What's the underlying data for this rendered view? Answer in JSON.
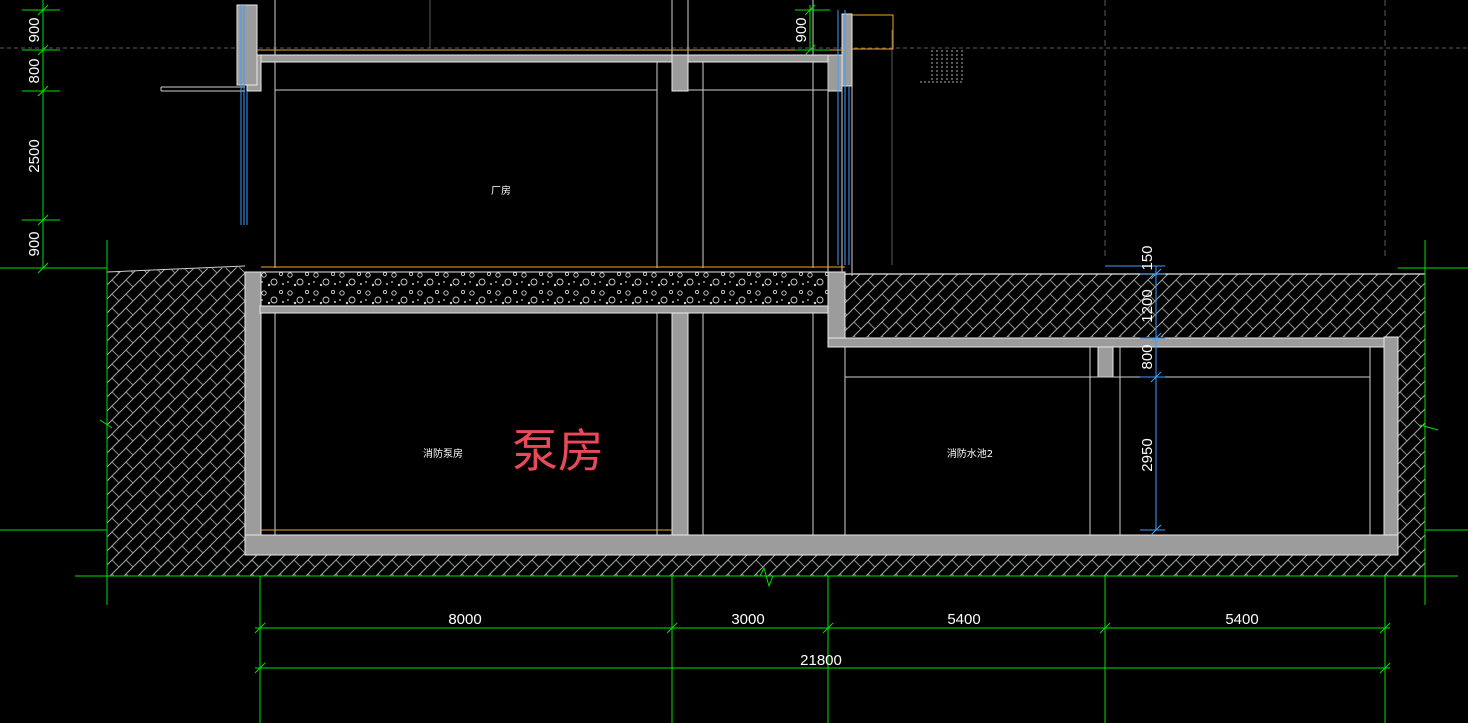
{
  "drawing": {
    "colors": {
      "background": "#000000",
      "dimension": "#00e000",
      "wall": "#9c9c9c",
      "wall_edge": "#e8e8e8",
      "floor_line": "#f5a623",
      "window": "#3aa0ff",
      "grid": "#5a5a5a",
      "accent_label": "#e94a5a"
    },
    "big_label": "泵房",
    "rooms": {
      "workshop": "厂房",
      "fire_pump_room": "消防泵房",
      "fire_pool": "消防水池2"
    },
    "left_dims": [
      "900",
      "800",
      "2500",
      "900"
    ],
    "top_dim": "900",
    "right_dims": [
      "150",
      "1200",
      "800",
      "2950"
    ],
    "bottom_dims": [
      "8000",
      "3000",
      "5400",
      "5400"
    ],
    "bottom_total": "21800"
  }
}
